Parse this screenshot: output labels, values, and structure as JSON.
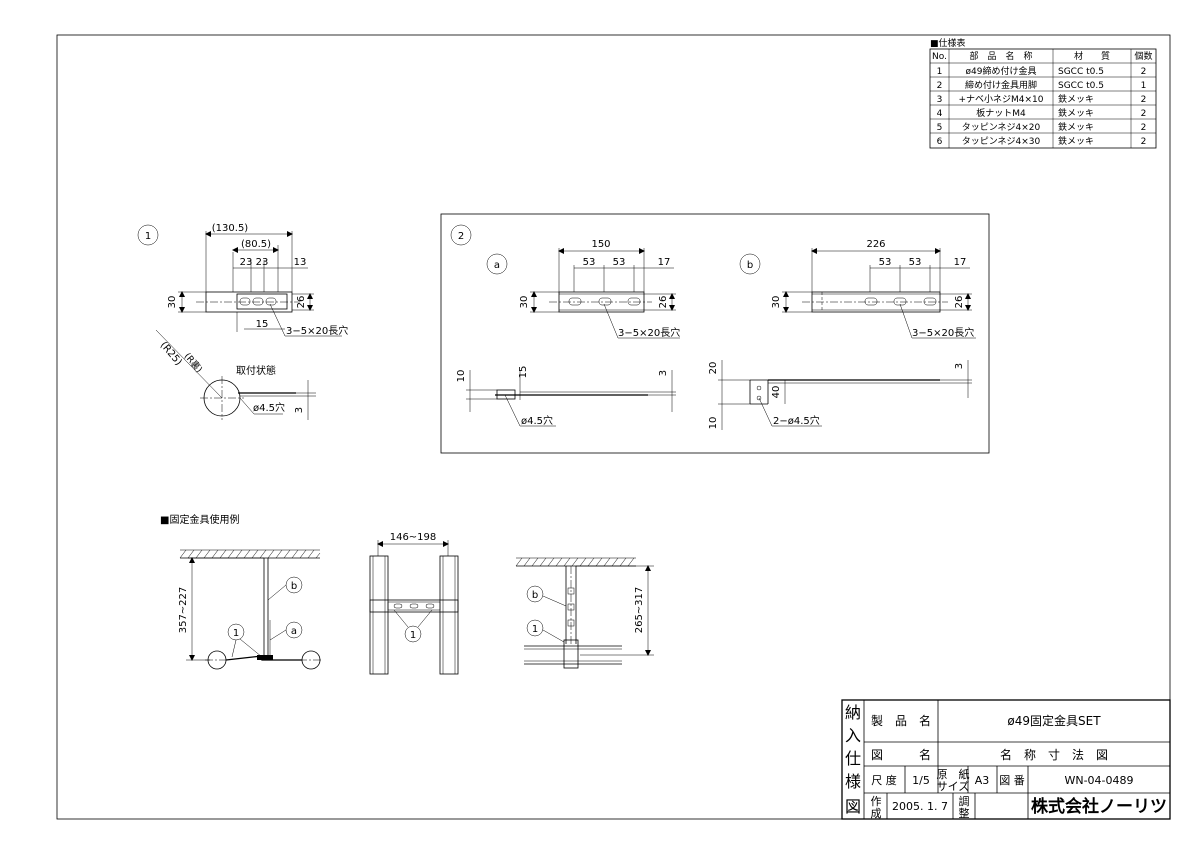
{
  "spec_table": {
    "title": "■仕様表",
    "headers": [
      "No.",
      "部　品　名　称",
      "材　　質",
      "個数"
    ],
    "rows": [
      [
        "1",
        "ø49締め付け金具",
        "SGCC t0.5",
        "2"
      ],
      [
        "2",
        "締め付け金具用脚",
        "SGCC t0.5",
        "1"
      ],
      [
        "3",
        "+ナベ小ネジM4×10",
        "鉄メッキ",
        "2"
      ],
      [
        "4",
        "板ナットM4",
        "鉄メッキ",
        "2"
      ],
      [
        "5",
        "タッピンネジ4×20",
        "鉄メッキ",
        "2"
      ],
      [
        "6",
        "タッピンネジ4×30",
        "鉄メッキ",
        "2"
      ]
    ]
  },
  "part1": {
    "callout": "1",
    "dim_total": "(130.5)",
    "dim_mid": "(80.5)",
    "dim_23a": "23",
    "dim_23b": "23",
    "dim_13": "13",
    "dim_30": "30",
    "dim_26": "26",
    "dim_15": "15",
    "slot_note": "3−5×20長穴",
    "r25": "(R25)",
    "r_ura": "(R裏)",
    "mount_label": "取付状態",
    "hole_note": "ø4.5穴",
    "dim_3": "3"
  },
  "part2": {
    "callout": "2",
    "a": {
      "callout": "a",
      "dim_total": "150",
      "dim_53a": "53",
      "dim_53b": "53",
      "dim_17": "17",
      "dim_30": "30",
      "dim_26": "26",
      "slot_note": "3−5×20長穴",
      "dim_10": "10",
      "dim_15": "15",
      "dim_3": "3",
      "hole_note": "ø4.5穴"
    },
    "b": {
      "callout": "b",
      "dim_total": "226",
      "dim_53a": "53",
      "dim_53b": "53",
      "dim_17": "17",
      "dim_30": "30",
      "dim_26": "26",
      "slot_note": "3−5×20長穴",
      "dim_20": "20",
      "dim_40": "40",
      "dim_10": "10",
      "dim_3": "3",
      "hole_note": "2−ø4.5穴"
    }
  },
  "usage": {
    "title": "■固定金具使用例",
    "ex1": {
      "dim": "357~227",
      "label_b": "b",
      "label_1": "1",
      "label_a": "a"
    },
    "ex2": {
      "dim": "146~198",
      "label_1": "1"
    },
    "ex3": {
      "dim": "265~317",
      "label_b": "b",
      "label_1": "1"
    }
  },
  "title_block": {
    "side": [
      "納",
      "入",
      "仕",
      "様",
      "図"
    ],
    "product_label": "製　品　名",
    "product_name": "ø49固定金具SET",
    "drawing_label": "図　　　名",
    "drawing_name": "名　称　寸　法　図",
    "scale_label": "尺 度",
    "scale_value": "1/5",
    "paper_label_1": "原　紙",
    "paper_label_2": "サイズ",
    "paper_value": "A3",
    "number_label": "図 番",
    "number_value": "WN-04-0489",
    "made_label_1": "作",
    "made_label_2": "成",
    "made_date": "2005. 1. 7",
    "check_label_1": "調",
    "check_label_2": "整",
    "company": "株式会社ノーリツ"
  }
}
